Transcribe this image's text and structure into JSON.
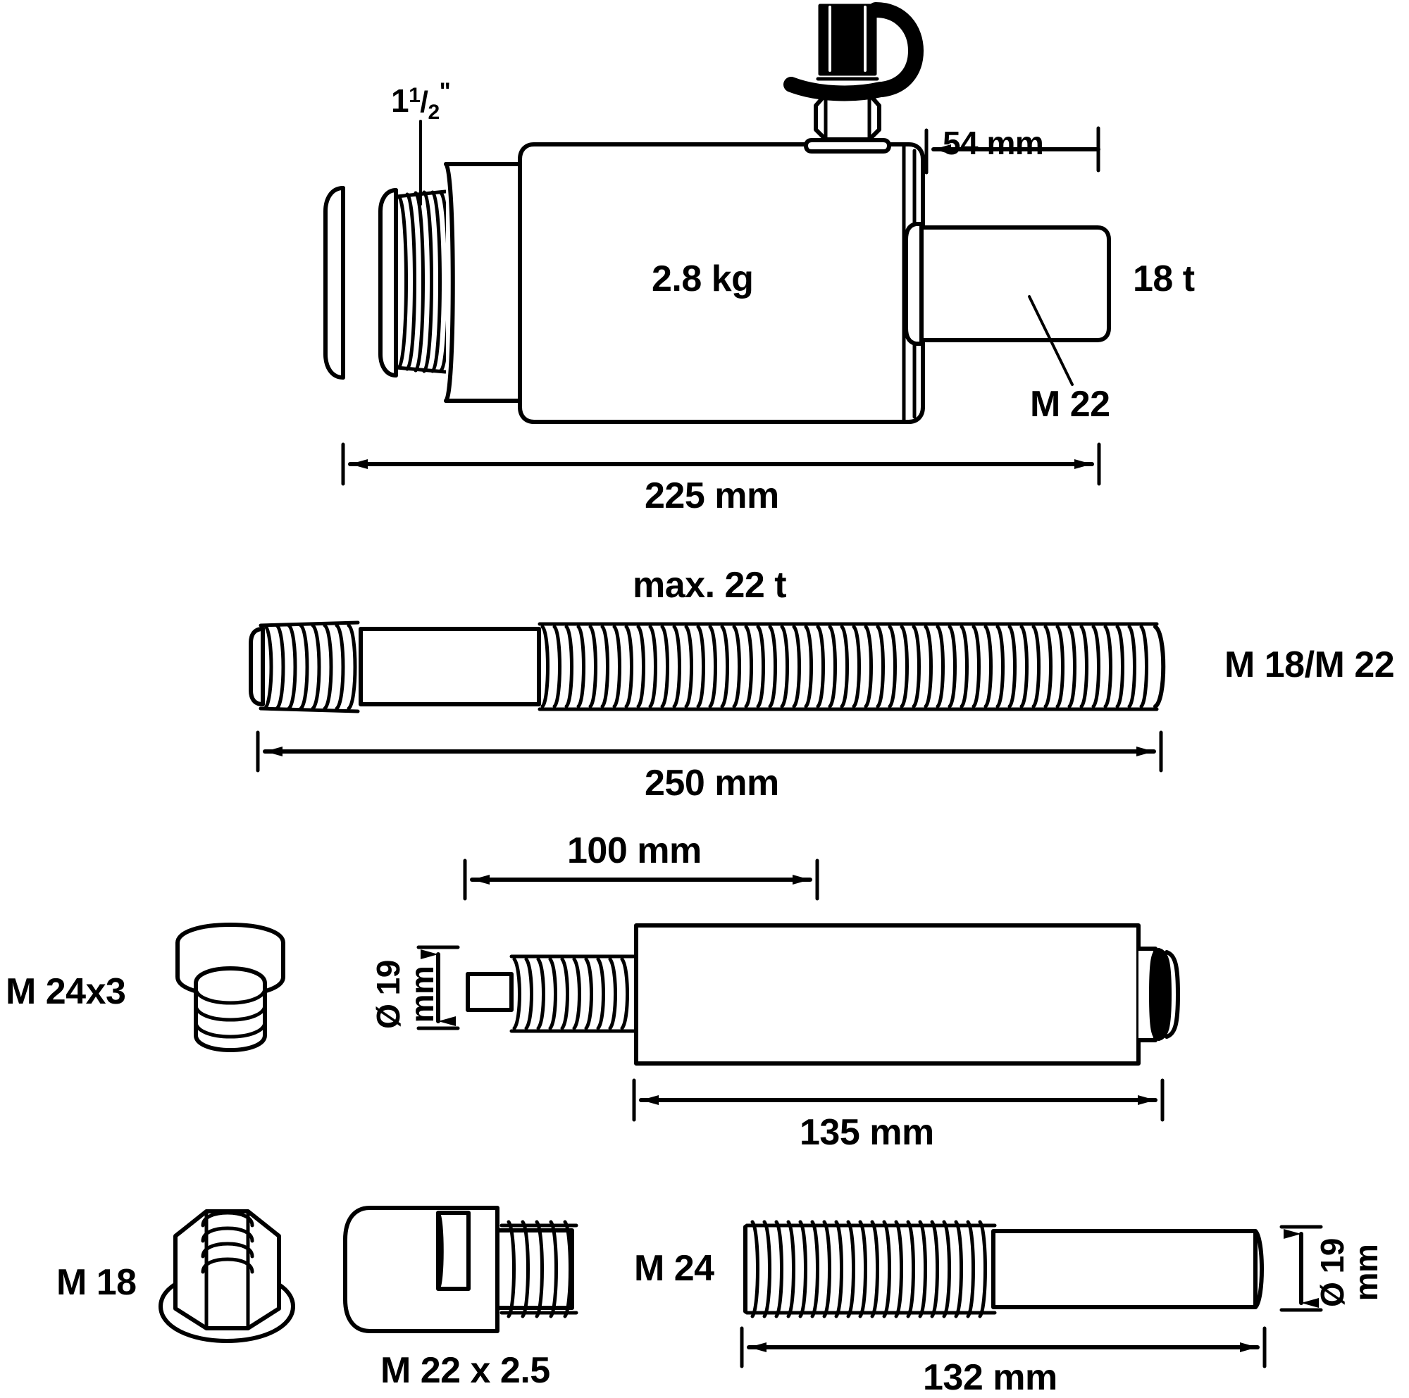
{
  "drawing": {
    "title": "Hydraulic cylinder and accessory set technical drawing",
    "line_color": "#000000",
    "background_color": "#ffffff"
  },
  "row1": {
    "name": "hydraulic-cylinder-assembly",
    "thread_label_whole": "1",
    "thread_label_numerator": "1",
    "thread_label_denominator": "2",
    "thread_label_inch_mark": "\"",
    "weight_label": "2.8 kg",
    "dim_54": "54 mm",
    "capacity_label": "18 t",
    "piston_thread_label": "M 22",
    "dim_225": "225 mm"
  },
  "row2": {
    "name": "threaded-rod-assembly",
    "capacity_label": "max. 22 t",
    "thread_label": "M 18/M 22",
    "dim_250": "250 mm"
  },
  "row3": {
    "name": "cylinder-with-plug-assembly",
    "plug_label": "M 24x3",
    "diameter_label_line1": "Ø 19",
    "diameter_label_line2": "mm",
    "dim_100": "100 mm",
    "dim_135": "135 mm"
  },
  "row4": {
    "name": "fasteners-row",
    "nut_label": "M 18",
    "connector_label": "M 22 x 2.5",
    "bolt_label": "M 24",
    "diameter_label_line1": "Ø 19",
    "diameter_label_line2": "mm",
    "dim_132": "132 mm"
  }
}
